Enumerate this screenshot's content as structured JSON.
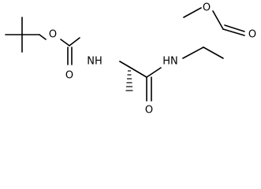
{
  "molecule": {
    "atoms": {
      "boc_ester_o": "O",
      "boc_carbonyl_o": "O",
      "boc_nh": "NH",
      "amide_nh": "HN",
      "amide_o": "O",
      "ester_o_methoxy": "O",
      "ester_carbonyl_o": "O"
    },
    "colors": {
      "bond": "#000000",
      "label": "#000000",
      "background": "#ffffff"
    }
  }
}
